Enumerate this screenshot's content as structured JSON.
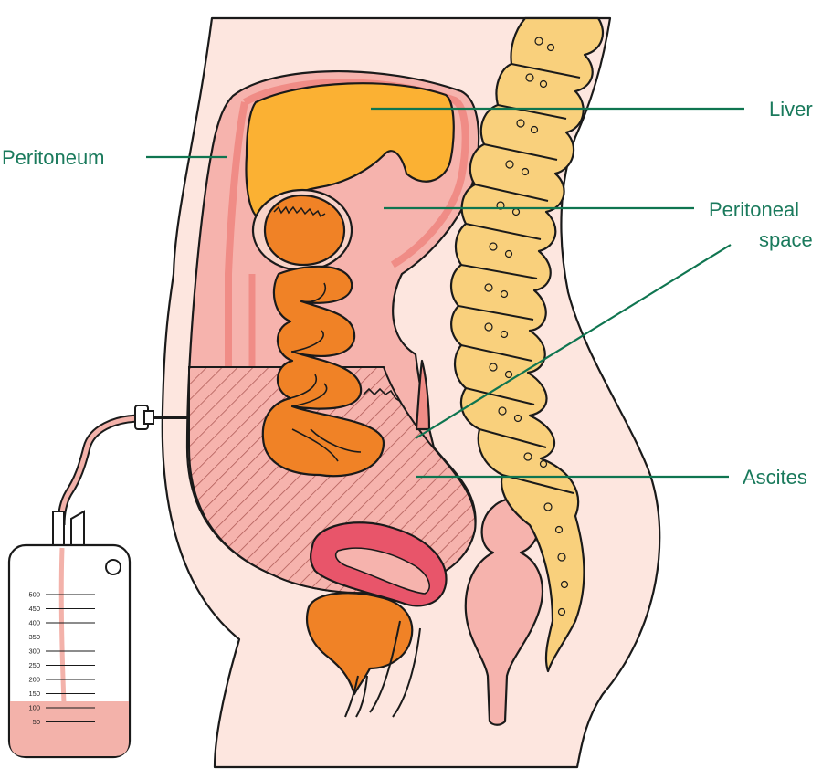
{
  "labels": {
    "peritoneum": "Peritoneum",
    "liver": "Liver",
    "peritoneal_space_line1": "Peritoneal",
    "peritoneal_space_line2": "space",
    "ascites": "Ascites"
  },
  "drainage_bag": {
    "scale": [
      "500",
      "450",
      "400",
      "350",
      "300",
      "250",
      "200",
      "150",
      "100",
      "50"
    ]
  },
  "colors": {
    "label_text": "#1a7a5c",
    "leader_line": "#0f7550",
    "skin": "#fde6df",
    "cavity": "#f6b3ad",
    "peritoneum_membrane": "#f08c86",
    "liver": "#fbb133",
    "intestine": "#f08226",
    "bone": "#f9d07c",
    "uterus": "#e8556a",
    "fluid": "#f3b2aa"
  }
}
